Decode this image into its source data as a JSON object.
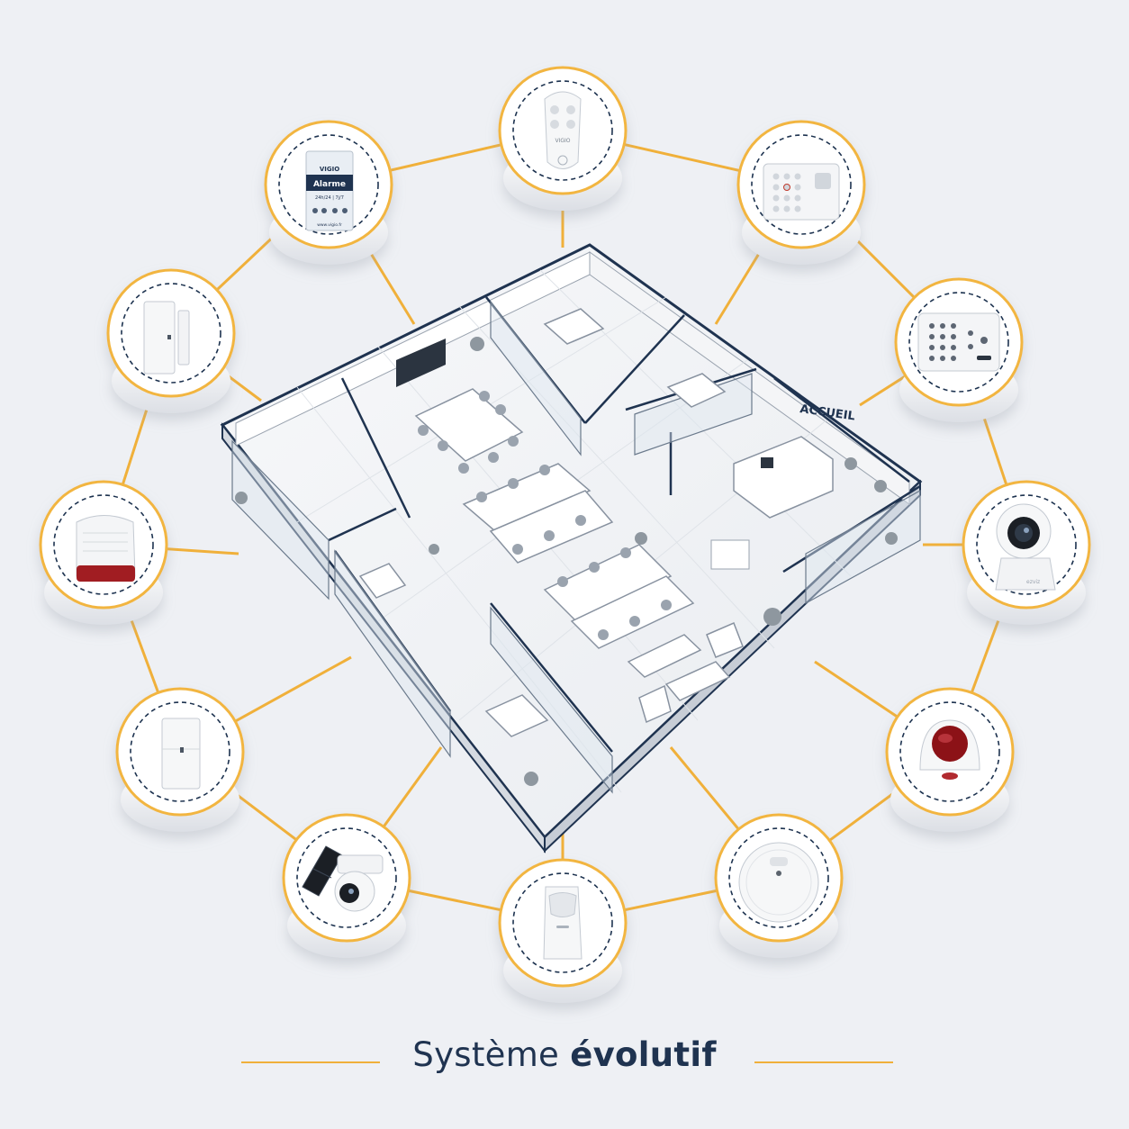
{
  "caption": {
    "word_regular": "Système",
    "word_bold": "évolutif"
  },
  "floorplan": {
    "reception_sign": "ACCUEIL"
  },
  "devices": {
    "sticker": {
      "brand": "VIGIO",
      "title": "Alarme",
      "subtitle": "24h/24 | 7j/7",
      "url": "www.vigio.fr"
    },
    "remote": {
      "brand": "VIGIO"
    },
    "camera": {
      "brand": "ezviz"
    }
  },
  "colors": {
    "connector": "#f0b03a",
    "ring": "#f2b540",
    "dash": "#1f3350",
    "background": "#eef0f4",
    "caption_text": "#1f3350",
    "floor_outline": "#1f3350",
    "siren_red": "#a11d22"
  },
  "icons": [
    "window-sticker-icon",
    "keyfob-remote-icon",
    "keypad-icon",
    "rfid-keypad-icon",
    "indoor-camera-icon",
    "indoor-siren-icon",
    "smoke-detector-icon",
    "motion-detector-icon",
    "solar-camera-icon",
    "door-contact-icon",
    "outdoor-siren-icon",
    "door-sensor-icon"
  ]
}
